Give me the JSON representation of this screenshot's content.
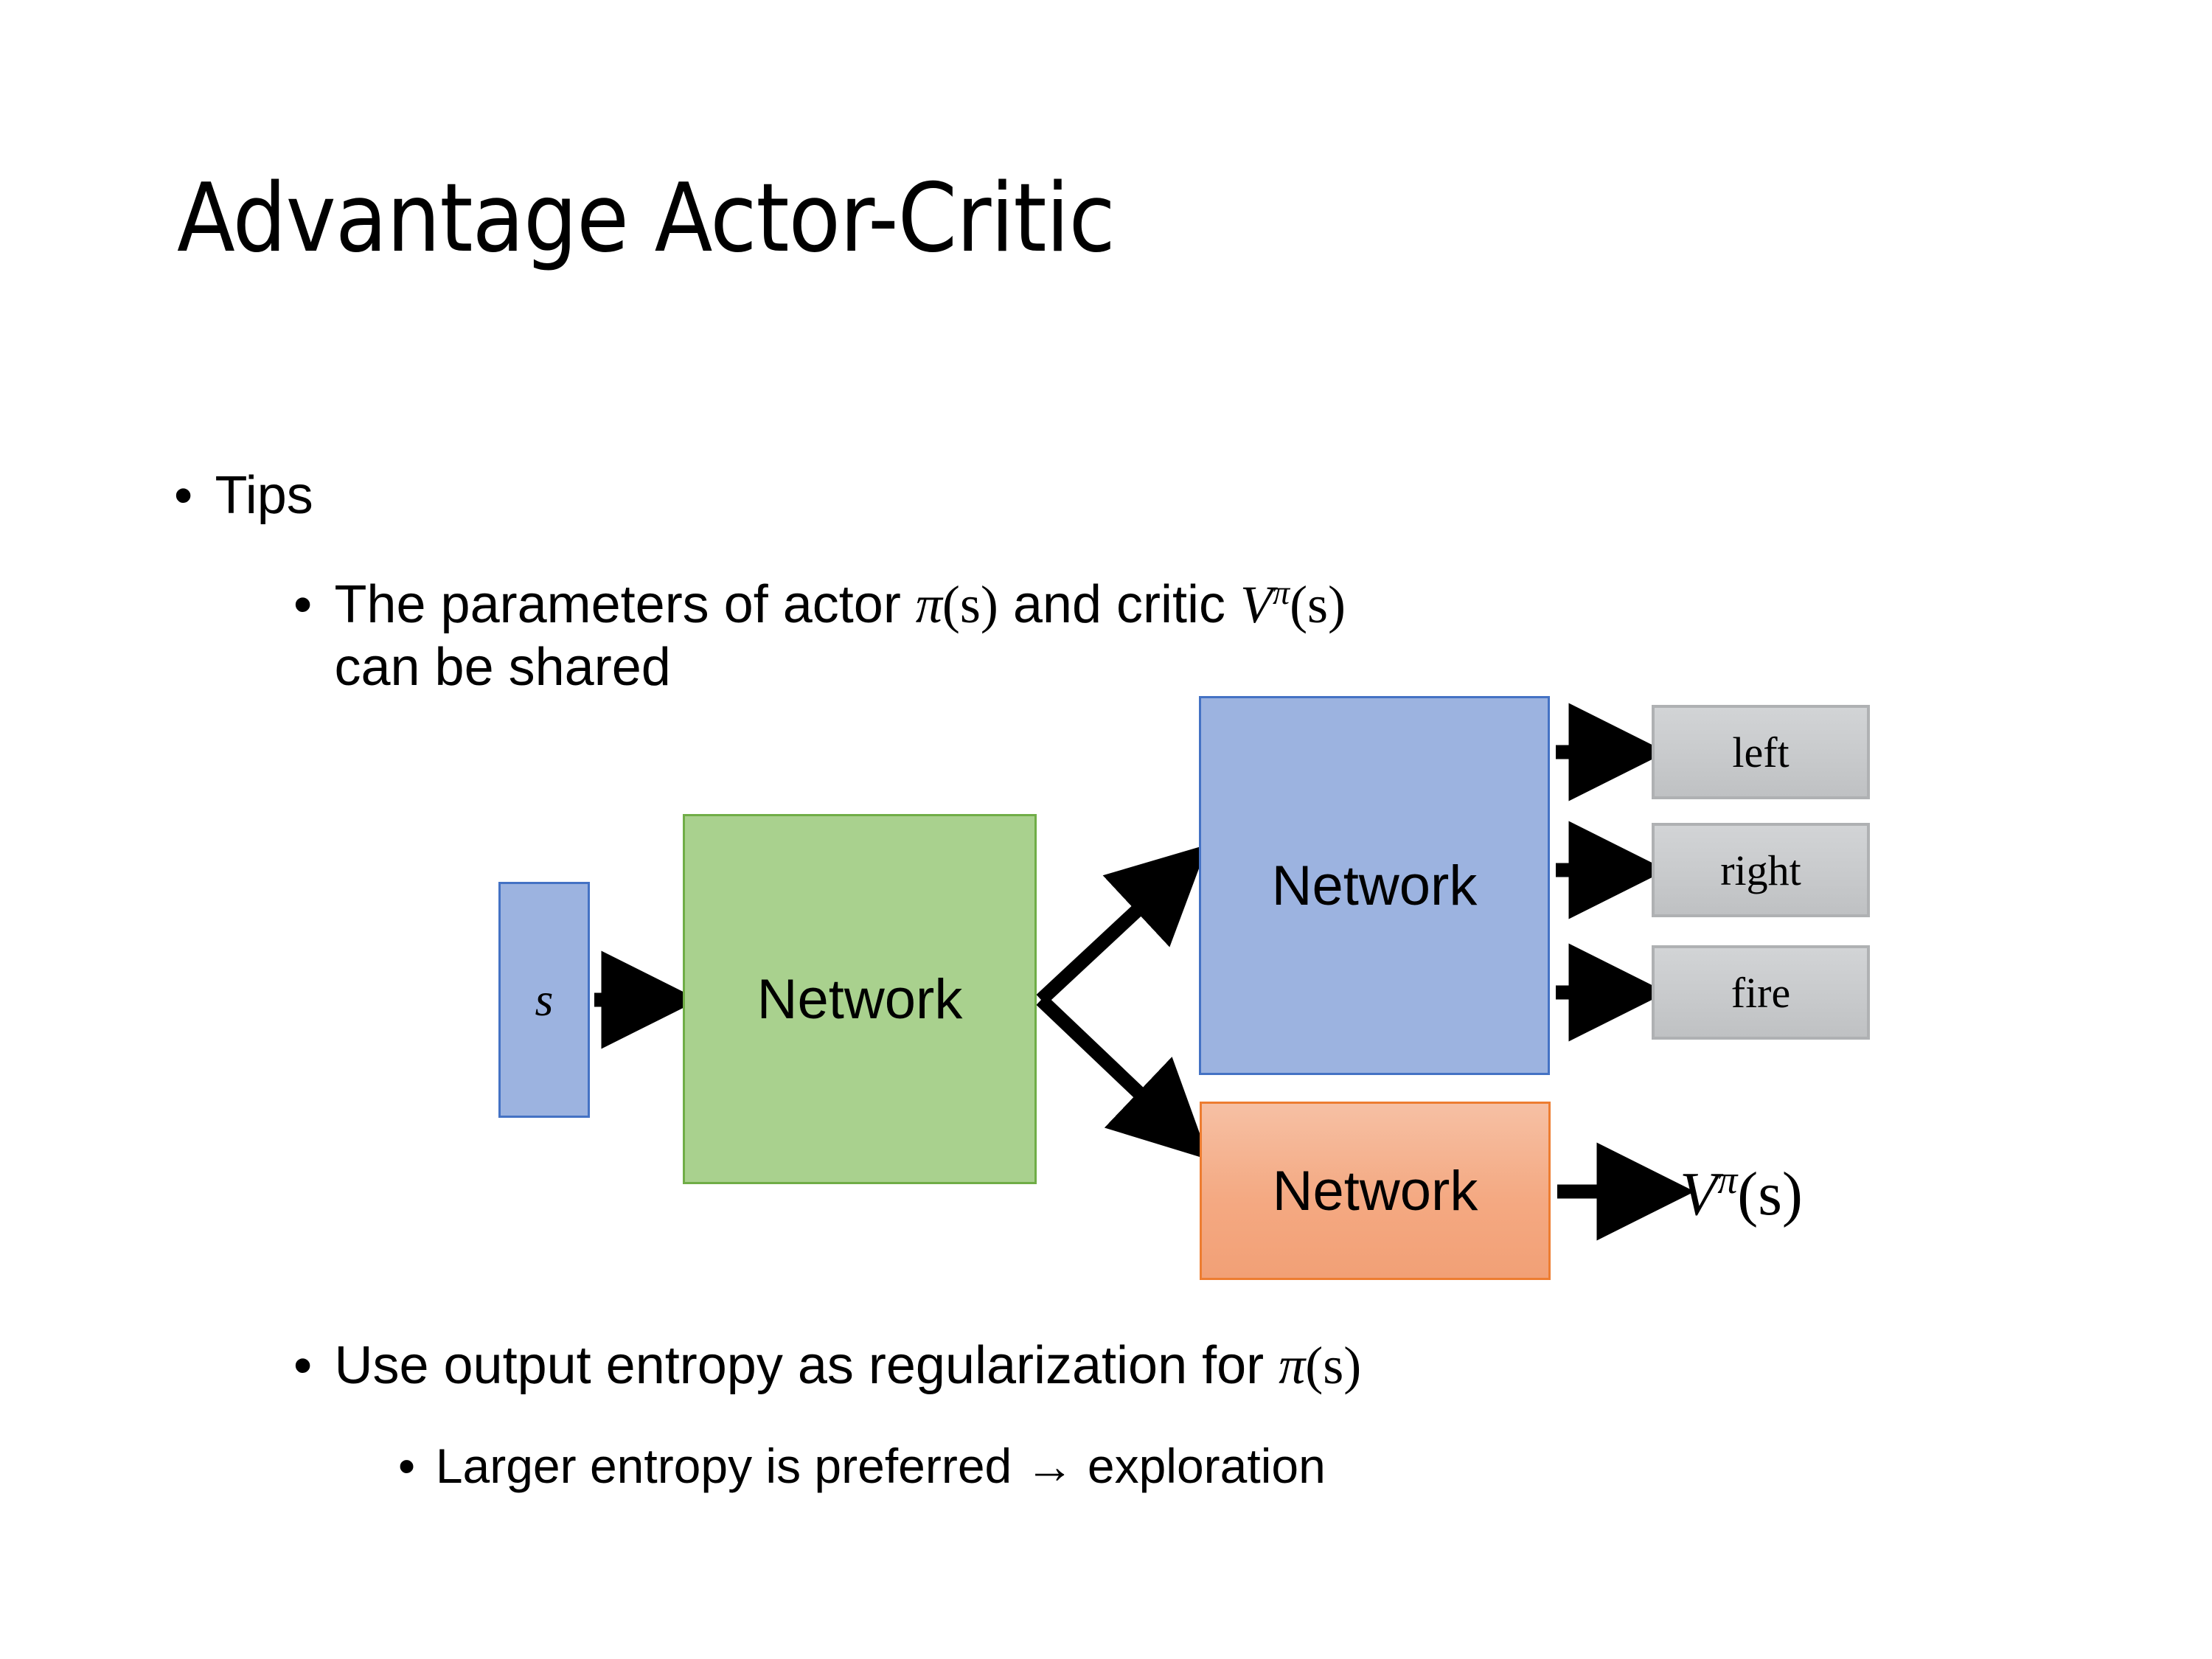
{
  "slide": {
    "title": "Advantage Actor-Critic",
    "background": "#ffffff"
  },
  "bullets": {
    "tips": {
      "marker": "•",
      "text": "Tips"
    },
    "params": {
      "marker": "•",
      "prefix": "The parameters of actor ",
      "actor_symbol": "π",
      "actor_arg": "(s)",
      "middle": "  and critic ",
      "critic_symbol": "V",
      "critic_superscript": "π",
      "critic_arg": "(s)",
      "suffix": "can be shared",
      "full_text": "The parameters of actor π(s)  and critic Vπ(s) can be shared"
    },
    "entropy": {
      "marker": "•",
      "prefix": "Use output entropy as regularization for ",
      "symbol": "π",
      "arg": "(s)",
      "full_text": "Use output entropy as regularization for π(s)"
    },
    "larger": {
      "marker": "•",
      "text": "Larger entropy is preferred → exploration"
    }
  },
  "diagram": {
    "state_box": {
      "label": "s",
      "fill": "#9CB3E0",
      "stroke": "#4472C4"
    },
    "shared_network": {
      "label": "Network",
      "fill": "#A9D18E",
      "stroke": "#70AD47"
    },
    "actor_network": {
      "label": "Network",
      "fill": "#9CB3E0",
      "stroke": "#4472C4"
    },
    "critic_network": {
      "label": "Network",
      "fill": "#F4A982",
      "stroke": "#ED7D31"
    },
    "action_outputs": [
      {
        "label": "left",
        "fill": "#C8CACC",
        "stroke": "#AFB1B3"
      },
      {
        "label": "right",
        "fill": "#C8CACC",
        "stroke": "#AFB1B3"
      },
      {
        "label": "fire",
        "fill": "#C8CACC",
        "stroke": "#AFB1B3"
      }
    ],
    "value_output": {
      "symbol": "V",
      "superscript": "π",
      "arg": "(s)",
      "full_text": "Vπ(s)"
    },
    "arrow_color": "#000000"
  }
}
